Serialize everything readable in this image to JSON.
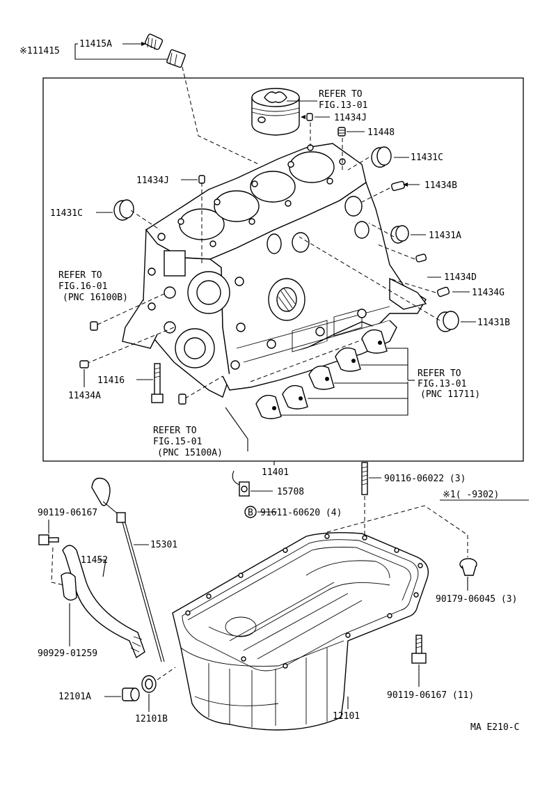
{
  "diagram_code": "MA E210-C",
  "date_range": "※1(      -9302)",
  "labels": {
    "p111415": "※111415",
    "p11415A": "11415A",
    "refer_piston_1": "REFER TO",
    "refer_piston_2": "FIG.13-01",
    "p11434J_top": "11434J",
    "p11448": "11448",
    "p11431C_right": "11431C",
    "p11434J_left": "11434J",
    "p11434B": "11434B",
    "p11431C_left": "11431C",
    "p11431A": "11431A",
    "p11434D": "11434D",
    "refer_16_1": "REFER TO",
    "refer_16_2": "FIG.16-01",
    "refer_16_3": "(PNC 16100B)",
    "p11434G": "11434G",
    "p11431B": "11431B",
    "refer_bearing_1": "REFER TO",
    "refer_bearing_2": "FIG.13-01",
    "refer_bearing_3": "(PNC 11711)",
    "p11416": "11416",
    "p11434A": "11434A",
    "refer_15_1": "REFER TO",
    "refer_15_2": "FIG.15-01",
    "refer_15_3": "(PNC 15100A)",
    "p11401": "11401",
    "p90116": "90116-06022 (3)",
    "p15708": "15708",
    "p91611": "91611-60620 (4)",
    "p90119_top": "90119-06167",
    "p15301": "15301",
    "p11452": "11452",
    "p90929": "90929-01259",
    "p90179": "90179-06045 (3)",
    "p90119_bottom": "90119-06167 (11)",
    "p12101A": "12101A",
    "p12101B": "12101B",
    "p12101": "12101",
    "circle_b": "B"
  }
}
